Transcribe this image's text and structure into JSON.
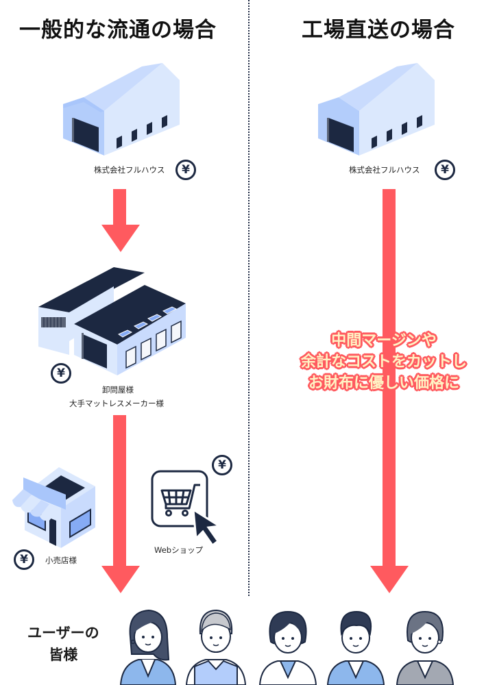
{
  "columns": {
    "left": {
      "title": "一般的な流通の場合"
    },
    "right": {
      "title": "工場直送の場合"
    }
  },
  "left_flow": {
    "manufacturer": {
      "label": "株式会社フルハウス",
      "icon": "warehouse-icon",
      "has_yen": true
    },
    "wholesaler": {
      "labels": [
        "卸問屋様",
        "大手マットレスメーカー様"
      ],
      "icon": "distribution-center-icon",
      "has_yen": true
    },
    "retail": {
      "label": "小売店様",
      "icon": "store-icon",
      "has_yen": true
    },
    "web_shop": {
      "label": "Webショップ",
      "icon": "shopping-cart-icon",
      "has_yen": true
    }
  },
  "right_flow": {
    "manufacturer": {
      "label": "株式会社フルハウス",
      "icon": "warehouse-icon",
      "has_yen": true
    },
    "callout_lines": [
      "中間マージンや",
      "余計なコストをカットし",
      "お財布に優しい価格に"
    ]
  },
  "users": {
    "label_lines": [
      "ユーザーの",
      "皆様"
    ],
    "count": 5
  },
  "yen_symbol": "¥",
  "colors": {
    "arrow": "#ff5a5f",
    "navy": "#1c2841",
    "building_light": "#dbe8fd",
    "building_mid": "#b3cdfb",
    "callout_text": "#fff3c4"
  }
}
